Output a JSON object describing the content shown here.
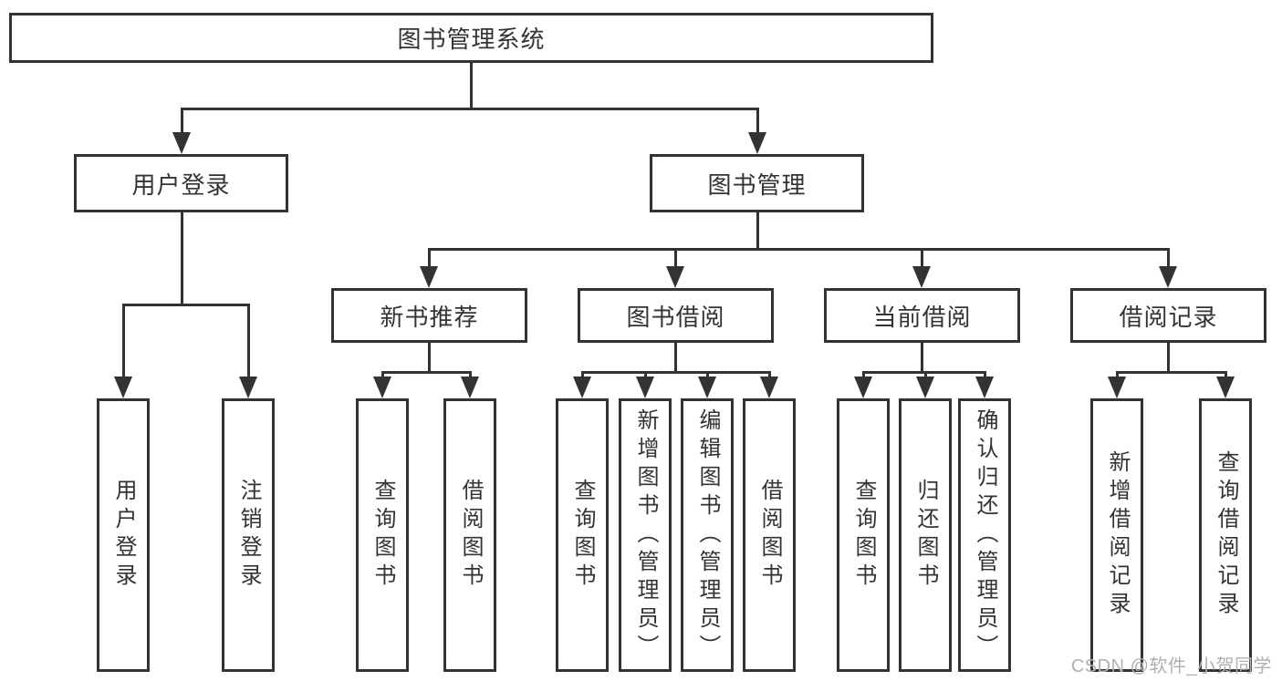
{
  "colors": {
    "line": "#333333",
    "text": "#333333",
    "watermark": "#b0b0b0",
    "background": "#ffffff"
  },
  "watermark": "CSDN @软件_小贺同学",
  "tree": {
    "root": {
      "label": "图书管理系统"
    },
    "level2": [
      {
        "label": "用户登录"
      },
      {
        "label": "图书管理"
      }
    ],
    "level3": [
      {
        "label": "新书推荐"
      },
      {
        "label": "图书借阅"
      },
      {
        "label": "当前借阅"
      },
      {
        "label": "借阅记录"
      }
    ],
    "leaves": {
      "user_login": [
        "用户登录",
        "注销登录"
      ],
      "new_books": [
        "查询图书",
        "借阅图书"
      ],
      "book_borrow": [
        "查询图书",
        "新增图书（管理员）",
        "编辑图书（管理员）",
        "借阅图书"
      ],
      "current_borrow": [
        "查询图书",
        "归还图书",
        "确认归还（管理员）"
      ],
      "borrow_records": [
        "新增借阅记录",
        "查询借阅记录"
      ]
    }
  }
}
